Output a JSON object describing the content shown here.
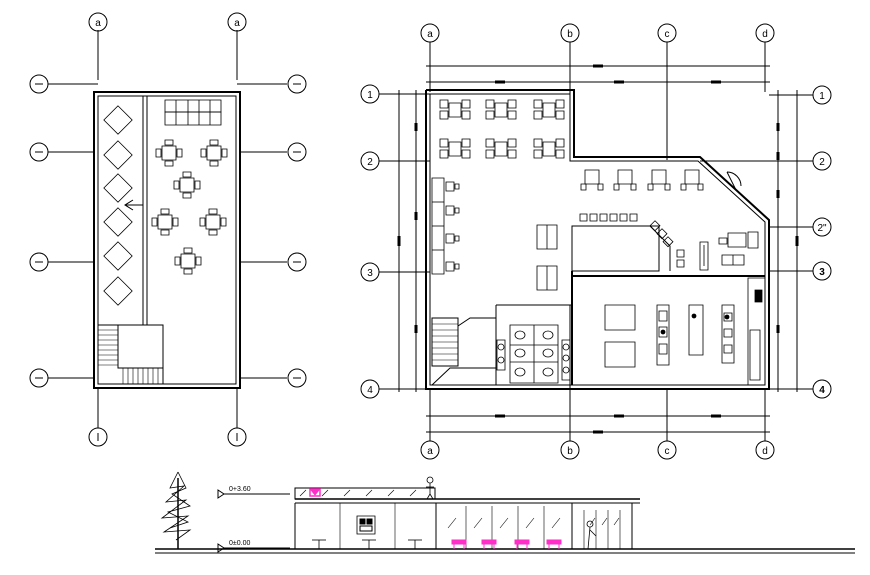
{
  "plan_left": {
    "grid_top": [
      "a",
      "a"
    ],
    "grid_side_left": [
      "",
      "",
      "",
      ""
    ],
    "grid_side_right": [
      "",
      "",
      "",
      ""
    ],
    "grid_bottom": [
      "",
      ""
    ]
  },
  "plan_right": {
    "grid_top": [
      "a",
      "b",
      "c",
      "d"
    ],
    "grid_bottom": [
      "a",
      "b",
      "c",
      "d"
    ],
    "grid_left": [
      "1",
      "2",
      "3",
      "4"
    ],
    "grid_right": [
      "1",
      "2",
      "2\"",
      "3",
      "4"
    ]
  },
  "elevation": {
    "level_top": "0+3.60",
    "level_ground": "0±0.00"
  },
  "colors": {
    "line": "#000000",
    "accent": "#ff2ec8"
  }
}
